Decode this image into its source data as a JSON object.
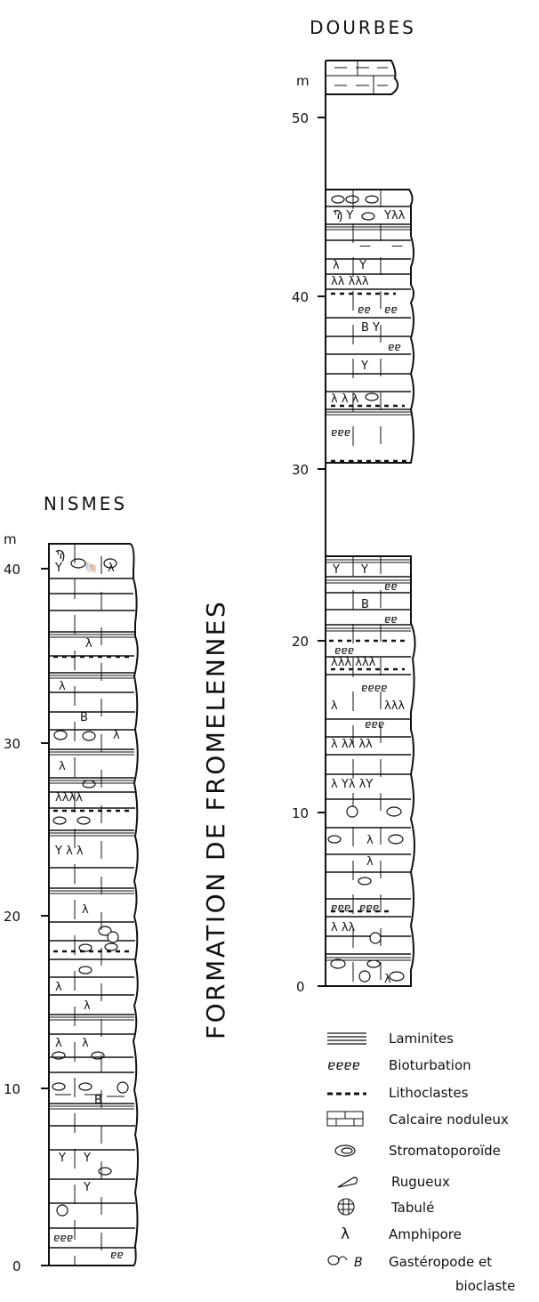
{
  "sections": [
    {
      "title": "NISMES",
      "unit": "m",
      "ticks": [
        "0",
        "10",
        "20",
        "30",
        "40"
      ]
    },
    {
      "title": "DOURBES",
      "unit": "m",
      "ticks": [
        "0",
        "10",
        "20",
        "30",
        "40",
        "50"
      ]
    }
  ],
  "formation": "FORMATION DE FROMELENNES",
  "legend": {
    "items": [
      {
        "icon": "laminites-icon",
        "label": "Laminites"
      },
      {
        "icon": "bioturbation-icon",
        "label": "Bioturbation"
      },
      {
        "icon": "lithoclastes-icon",
        "label": "Lithoclastes"
      },
      {
        "icon": "calcaire-noduleux-icon",
        "label": "Calcaire noduleux"
      },
      {
        "icon": "stromatoporoide-icon",
        "label": "Stromatoporoïde"
      },
      {
        "icon": "rugueux-icon",
        "label": "Rugueux"
      },
      {
        "icon": "tabule-icon",
        "label": "Tabulé"
      },
      {
        "icon": "amphipore-icon",
        "label": "Amphipore"
      },
      {
        "icon": "gasteropode-bioclaste-icon",
        "label": "Gastéropode et",
        "label2": "bioclaste",
        "symbol": "B"
      }
    ]
  }
}
